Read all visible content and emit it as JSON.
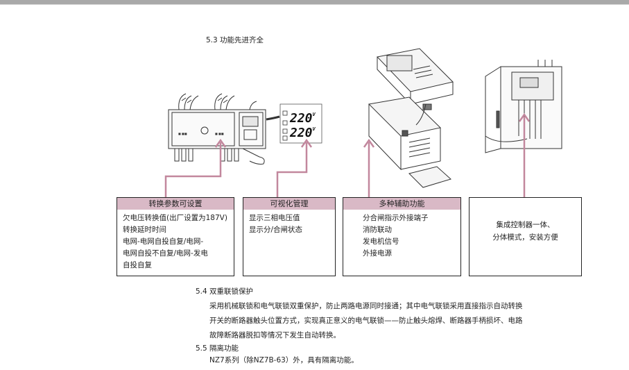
{
  "section_5_3": {
    "title": "5.3 功能先进齐全"
  },
  "device_display": {
    "reading_top": "220",
    "reading_bottom": "220",
    "unit": "V"
  },
  "boxes": [
    {
      "header": "转换参数可设置",
      "lines": [
        "欠电压转换值(出厂设置为187V)",
        "转换延时时间",
        "电网-电网自投自复/电网-",
        "电网自投不自复/电网-发电",
        "自投自复"
      ]
    },
    {
      "header": "可视化管理",
      "lines": [
        "显示三相电压值",
        "显示分/合闸状态"
      ]
    },
    {
      "header": "多种辅助功能",
      "lines": [
        "分合闸指示外接端子",
        "消防联动",
        "发电机信号",
        "外接电源"
      ]
    },
    {
      "header": "",
      "lines": [
        "集成控制器一体、",
        "分体模式，安装方便"
      ]
    }
  ],
  "section_5_4": {
    "title": "5.4 双重联锁保护",
    "lines": [
      "采用机械联锁和电气联锁双重保护，防止两路电源同时接通；其中电气联锁采用直接指示自动转换",
      "开关的断路器触头位置方式，实现真正意义的电气联锁——防止触头熔焊、断路器手柄损坏、电路",
      "故障断路器脱扣等情况下发生自动转换。"
    ]
  },
  "section_5_5": {
    "title": "5.5 隔离功能",
    "text": "NZ7系列（除NZ7B-63）外，具有隔离功能。"
  },
  "colors": {
    "accent": "#c2879d",
    "header_fill": "#d9b9c6",
    "line": "#222222"
  }
}
